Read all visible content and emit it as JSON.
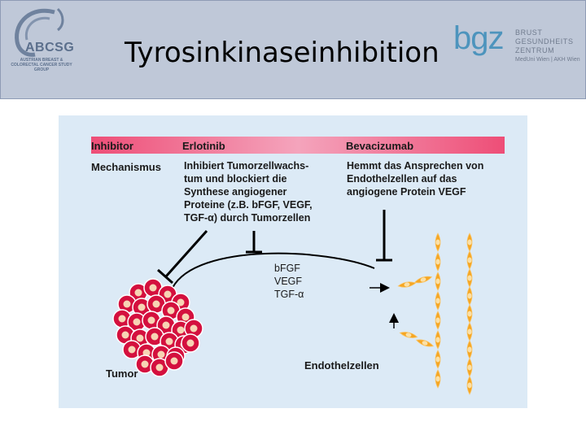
{
  "header": {
    "title": "Tyrosinkinaseinhibition",
    "logo_left": {
      "name": "ABCSG",
      "subtitle": "AUSTRIAN BREAST & COLORECTAL CANCER STUDY GROUP"
    },
    "logo_right": {
      "mark": "bgz",
      "lines": [
        "BRUST",
        "GESUNDHEITS",
        "ZENTRUM"
      ],
      "footer": "MedUni Wien | AKH Wien"
    }
  },
  "table": {
    "headers": [
      "Inhibitor",
      "Erlotinib",
      "Bevacizumab"
    ],
    "row_label": "Mechanismus",
    "erlotinib_mechanism": [
      "Inhibiert Tumorzellwachs-",
      "tum und blockiert  die",
      "Synthese angiogener",
      "Proteine (z.B. bFGF, VEGF,",
      "TGF-α) durch Tumorzellen"
    ],
    "bevacizumab_mechanism": [
      "Hemmt das Ansprechen von",
      "Endothelzellen auf das",
      "angiogene Protein VEGF"
    ]
  },
  "diagram": {
    "factors": [
      "bFGF",
      "VEGF",
      "TGF-α"
    ],
    "tumor_label": "Tumor",
    "endothel_label": "Endothelzellen"
  },
  "colors": {
    "band": "#ee4e77",
    "tumor_cell": "#d4103e",
    "tumor_nucleus": "#f7d4b4",
    "endothelial": "#f5a623",
    "panel": "#dceaf6",
    "header_bg": "#bfc8d8",
    "bgz_blue": "#4d94bd"
  }
}
